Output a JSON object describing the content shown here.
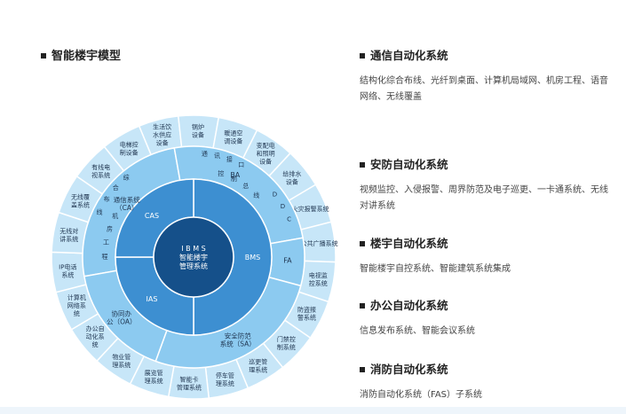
{
  "left_title": "智能楼宇模型",
  "core": {
    "line1": "I B M S",
    "line2": "智能楼宇",
    "line3": "管理系统"
  },
  "inner_ring": [
    {
      "label": "BMS"
    },
    {
      "label": "IAS"
    },
    {
      "label": "CAS"
    }
  ],
  "mid_ring": {
    "ca_label": [
      "通信系统",
      "（CA）"
    ],
    "ba_label": "BA",
    "fa_label": "FA",
    "sa_label": [
      "安全防范",
      "系统（SA）"
    ],
    "oa_label": [
      "协同办",
      "公（OA）"
    ],
    "ba_arc_text": "通讯接口",
    "ba_side_text": "控制总线",
    "ddc_text": "DDC",
    "ca_arc_text": "综合布线",
    "ca_side_text": "机房工程"
  },
  "outer_ring": [
    [
      "生活饮",
      "水供应",
      "设备"
    ],
    [
      "锅炉",
      "设备"
    ],
    [
      "暖通空",
      "调设备"
    ],
    [
      "变配电",
      "和照明",
      "设备"
    ],
    [
      "给排水",
      "设备"
    ],
    [
      "火灾报警系统"
    ],
    [
      "公共广播系统"
    ],
    [
      "电视监",
      "控系统"
    ],
    [
      "防盗报",
      "警系统"
    ],
    [
      "门禁控",
      "制系统"
    ],
    [
      "巡更管",
      "理系统"
    ],
    [
      "停车管",
      "理系统"
    ],
    [
      "智能卡",
      "管理系统"
    ],
    [
      "展览管",
      "理系统"
    ],
    [
      "物业管",
      "理系统"
    ],
    [
      "办公自",
      "动化系",
      "统"
    ],
    [
      "计算机",
      "网络系",
      "统"
    ],
    [
      "IP电话",
      "系统"
    ],
    [
      "无线对",
      "讲系统"
    ],
    [
      "无线覆",
      "盖系统"
    ],
    [
      "有线电",
      "视系统"
    ],
    [
      "电梯控",
      "制设备"
    ]
  ],
  "sections": [
    {
      "title": "通信自动化系统",
      "desc": "结构化综合布线、光纤到桌面、计算机局域网、机房工程、语音网络、无线覆盖"
    },
    {
      "title": "安防自动化系统",
      "desc": "视频监控、入侵报警、周界防范及电子巡更、一卡通系统、无线对讲系统"
    },
    {
      "title": "楼宇自动化系统",
      "desc": "智能楼宇自控系统、智能建筑系统集成"
    },
    {
      "title": "办公自动化系统",
      "desc": "信息发布系统、智能会议系统"
    },
    {
      "title": "消防自动化系统",
      "desc": "消防自动化系统（FAS）子系统"
    }
  ],
  "colors": {
    "core": "#15508a",
    "inner": "#3d8fd1",
    "mid": "#8ccaf0",
    "outer": "#c7e6f8",
    "stroke": "#ffffff"
  }
}
